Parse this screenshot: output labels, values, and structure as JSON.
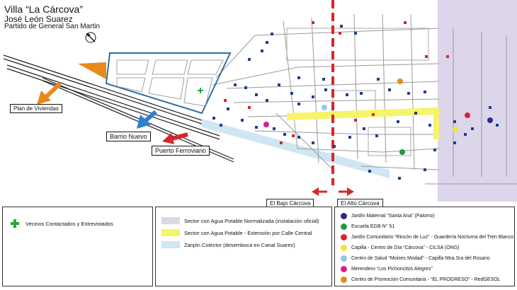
{
  "title": {
    "line1": "Villa “La Cárcova”",
    "line2": "José León Suarez",
    "line3": "Partido de General San Martin"
  },
  "north_symbol": "north-arrow",
  "map_labels": {
    "plan_viviendas": "Plan de Viviendas",
    "barrio_nuevo": "Barrio Nuevo",
    "puerto_ferroviario": "Puerto Ferroviario",
    "bajo_carcova": "El Bajo Cárcova",
    "alto_carcova": "El Alto Cárcova"
  },
  "colors": {
    "agua_normalizada": "#ddd6ea",
    "agua_extension": "#f7f36b",
    "zanjon": "#cfe6f3",
    "divider_red": "#d8262b",
    "blue_outline": "#2f6fa6",
    "orange_area": "#e88a1a",
    "marker_blue": "#1d3f8c",
    "marker_red": "#d8262b",
    "arrow_orange": "#e88a1a",
    "arrow_blue": "#2f7fd0",
    "arrow_red": "#d8262b"
  },
  "legend": {
    "left": {
      "vecinos": "Vecinos Contactados y Entrevistados"
    },
    "middle": {
      "items": [
        {
          "label": "Sector con Agua Potable Normalizada (instalación oficial)",
          "color": "#ddd6ea"
        },
        {
          "label": "Sector con Agua Potable - Extensión por Calle Central",
          "color": "#f7f36b"
        },
        {
          "label": "Zanjón Colector (desemboca en Canal Suarez)",
          "color": "#cfe6f3"
        }
      ]
    },
    "right": {
      "items": [
        {
          "label": "Jardín Maternal “Santa Ana” (Palomo)",
          "color": "#2a2a8a"
        },
        {
          "label": "Escuela EGB N° 51",
          "color": "#1f9a3a"
        },
        {
          "label": "Jardín Comunitario “Rincón de Luz” - Guardería Nocturna del Tren Blanco",
          "color": "#d8262b"
        },
        {
          "label": "Capilla - Centro de Día “Cárcova” - CILSA (ONG)",
          "color": "#f3e533"
        },
        {
          "label": "Centro de Salud “Moises Modad” - Capilla Ntra.Sra del Rosario",
          "color": "#8ec8ea"
        },
        {
          "label": "Merendero “Los Pichoncitos Alegres”",
          "color": "#d81f8c"
        },
        {
          "label": "Centro de Promoción Comunitaria - “EL PROGRESO” - RedGESOL",
          "color": "#e88a1a"
        }
      ]
    }
  }
}
